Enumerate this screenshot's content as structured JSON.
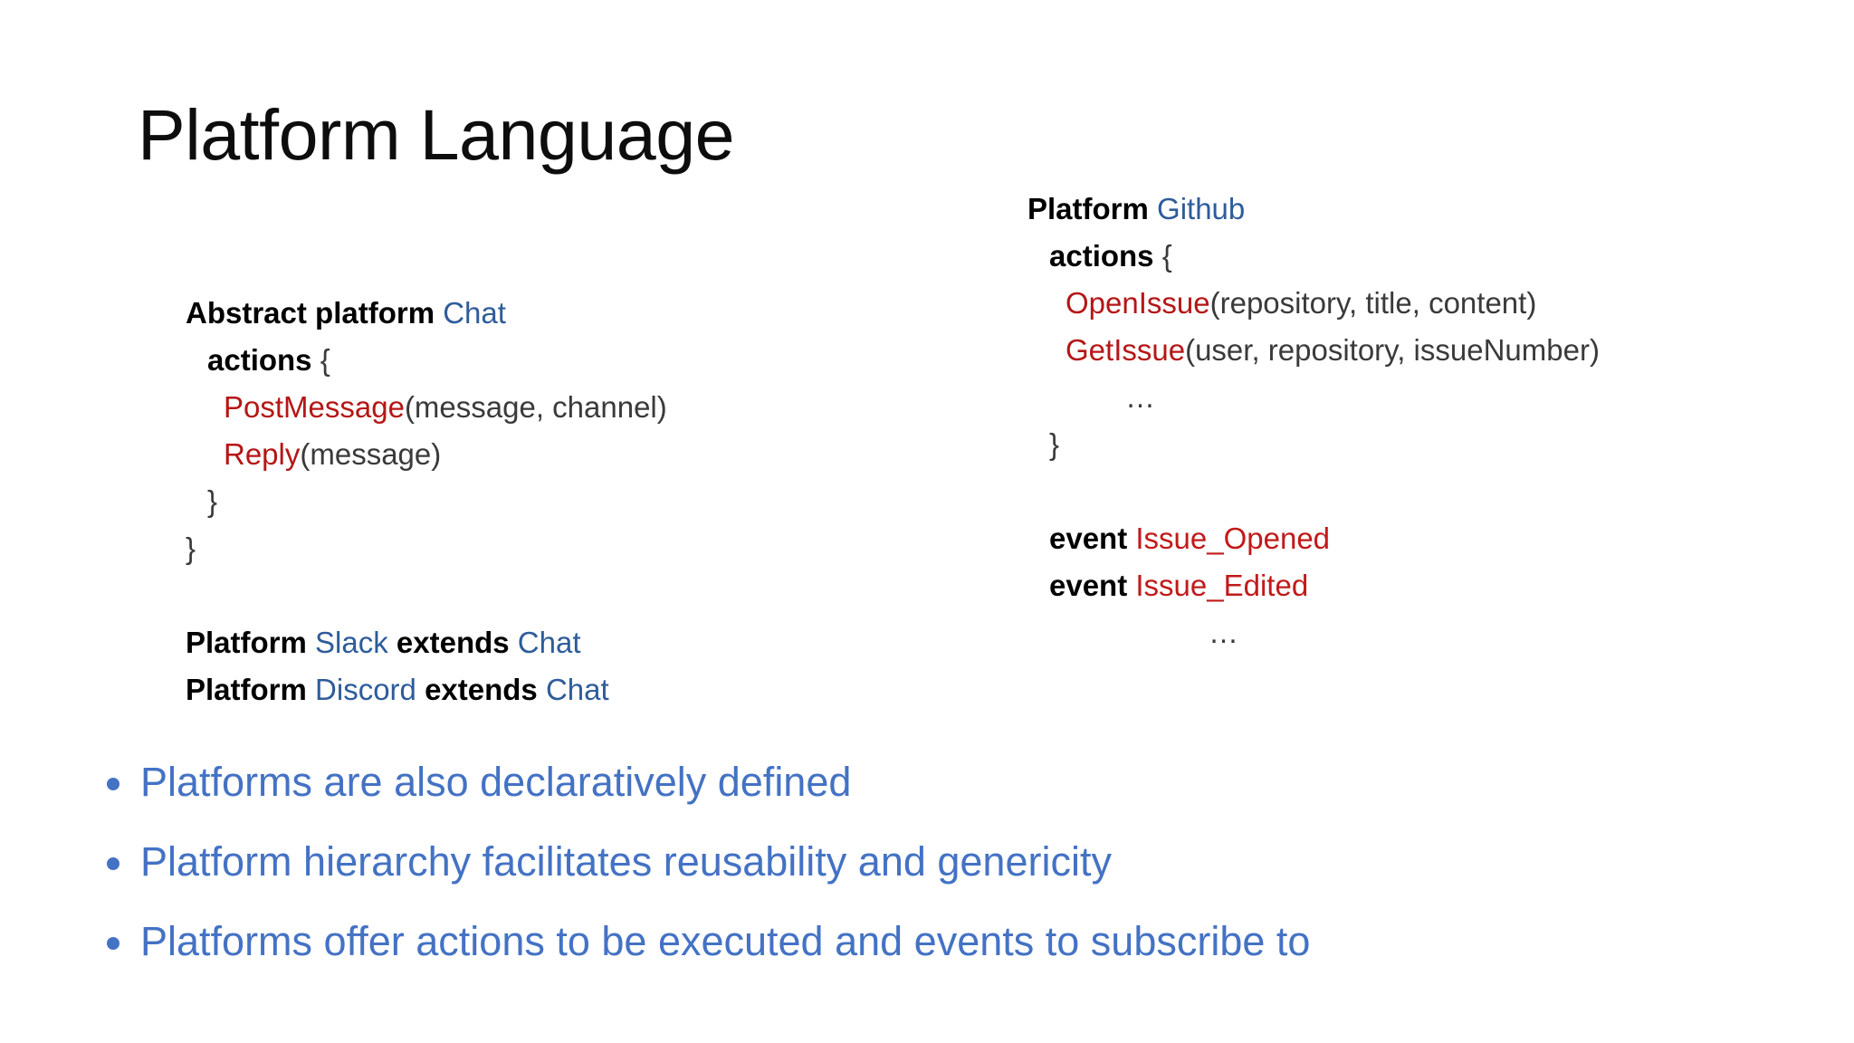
{
  "slide": {
    "title": "Platform Language",
    "background_color": "#ffffff"
  },
  "colors": {
    "title": "#0d0d0d",
    "keyword": "#000000",
    "identifier_blue": "#2e5c9a",
    "action_red": "#b51616",
    "event_red": "#c11a1a",
    "parameter_gray": "#3a3a3a",
    "bullet_blue": "#4472c4"
  },
  "code_left": {
    "name": "chat-platform-definition",
    "lines": [
      {
        "indent": 0,
        "parts": [
          {
            "text": "Abstract platform ",
            "style": "kw"
          },
          {
            "text": "Chat",
            "style": "id"
          }
        ]
      },
      {
        "indent": 1,
        "parts": [
          {
            "text": "actions ",
            "style": "kw"
          },
          {
            "text": "{",
            "style": "brc"
          }
        ]
      },
      {
        "indent": 2,
        "parts": [
          {
            "text": "PostMessage",
            "style": "fn"
          },
          {
            "text": "(message, channel)",
            "style": "par"
          }
        ]
      },
      {
        "indent": 2,
        "parts": [
          {
            "text": "Reply",
            "style": "fn"
          },
          {
            "text": "(message)",
            "style": "par"
          }
        ]
      },
      {
        "indent": 1,
        "parts": [
          {
            "text": "}",
            "style": "brc"
          }
        ]
      },
      {
        "indent": 0,
        "parts": [
          {
            "text": "}",
            "style": "brc"
          }
        ]
      },
      {
        "indent": 0,
        "parts": []
      },
      {
        "indent": 0,
        "parts": [
          {
            "text": "Platform ",
            "style": "kw"
          },
          {
            "text": "Slack ",
            "style": "id"
          },
          {
            "text": "extends ",
            "style": "kw"
          },
          {
            "text": "Chat",
            "style": "id"
          }
        ]
      },
      {
        "indent": 0,
        "parts": [
          {
            "text": "Platform ",
            "style": "kw"
          },
          {
            "text": "Discord ",
            "style": "id"
          },
          {
            "text": "extends ",
            "style": "kw"
          },
          {
            "text": "Chat",
            "style": "id"
          }
        ]
      }
    ]
  },
  "code_right": {
    "name": "github-platform-definition",
    "lines": [
      {
        "indent": 0,
        "parts": [
          {
            "text": "Platform ",
            "style": "kw"
          },
          {
            "text": "Github",
            "style": "id"
          }
        ]
      },
      {
        "indent": 1,
        "parts": [
          {
            "text": "actions ",
            "style": "kw"
          },
          {
            "text": "{",
            "style": "brc"
          }
        ]
      },
      {
        "indent": 2,
        "parts": [
          {
            "text": "OpenIssue",
            "style": "fn"
          },
          {
            "text": "(repository, title, content)",
            "style": "par"
          }
        ]
      },
      {
        "indent": 2,
        "parts": [
          {
            "text": "GetIssue",
            "style": "fn"
          },
          {
            "text": "(user, repository, issueNumber)",
            "style": "par"
          }
        ]
      },
      {
        "indent": 3,
        "parts": [
          {
            "text": "…",
            "style": "dots"
          }
        ]
      },
      {
        "indent": 1,
        "parts": [
          {
            "text": "}",
            "style": "brc"
          }
        ]
      },
      {
        "indent": 0,
        "parts": []
      },
      {
        "indent": 1,
        "parts": [
          {
            "text": "event ",
            "style": "kw"
          },
          {
            "text": "Issue_Opened",
            "style": "ev"
          }
        ]
      },
      {
        "indent": 1,
        "parts": [
          {
            "text": "event ",
            "style": "kw"
          },
          {
            "text": "Issue_Edited",
            "style": "ev"
          }
        ]
      },
      {
        "indent": 4,
        "parts": [
          {
            "text": "…",
            "style": "dots"
          }
        ]
      }
    ]
  },
  "bullets": [
    {
      "text": "Platforms are also declaratively defined"
    },
    {
      "text": "Platform hierarchy facilitates reusability and genericity"
    },
    {
      "text": "Platforms offer actions to be executed and events to subscribe to"
    }
  ]
}
